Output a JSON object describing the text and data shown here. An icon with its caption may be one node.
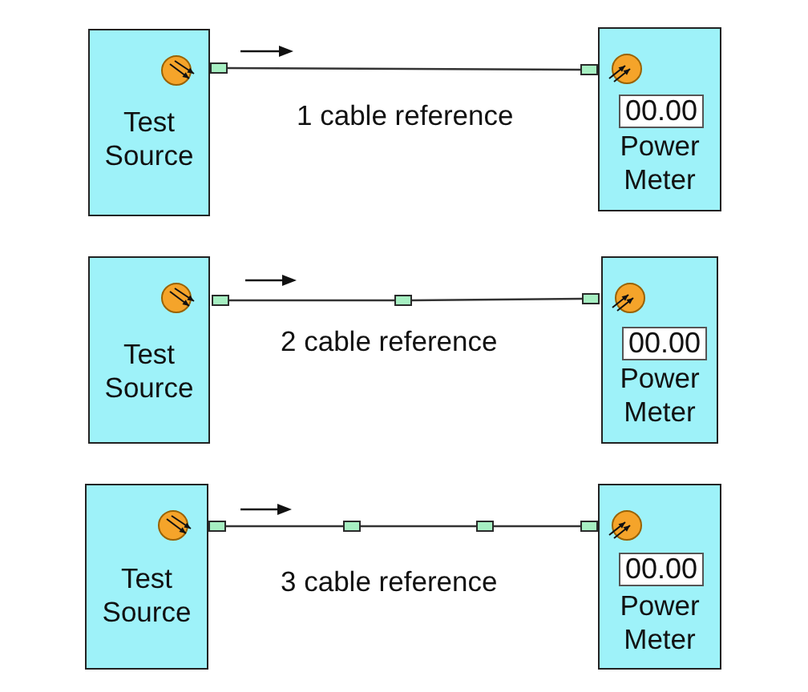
{
  "diagram": {
    "nodes": [
      {
        "text": [
          "Test Source"
        ]
      },
      {
        "text": [],
        "shape": "box"
      },
      {
        "text": [],
        "shape": "box"
      },
      {
        "text": [
          "Power Meter"
        ]
      },
      {
        "text": [
          "00.00"
        ],
        "in": 3
      },
      {
        "text": [
          "Test Source"
        ]
      },
      {
        "text": [],
        "shape": "box"
      },
      {
        "text": [],
        "shape": "box"
      },
      {
        "text": [],
        "shape": "box"
      },
      {
        "text": [
          "Power Meter"
        ]
      },
      {
        "text": [
          "00.00"
        ],
        "in": 9
      },
      {
        "text": [
          "Test Source"
        ]
      },
      {
        "text": [],
        "shape": "box"
      },
      {
        "text": [],
        "shape": "box"
      },
      {
        "text": [],
        "shape": "box"
      },
      {
        "text": [],
        "shape": "box"
      },
      {
        "text": [
          "Power Meter"
        ]
      },
      {
        "text": [
          "00.00"
        ],
        "in": 16
      }
    ],
    "edges": [
      {
        "from": 1,
        "to": 2,
        "arrow": "none"
      },
      {
        "from": 6,
        "to": 7,
        "arrow": "none"
      },
      {
        "from": 7,
        "to": 8,
        "arrow": "none"
      },
      {
        "from": 12,
        "to": 13,
        "arrow": "none"
      },
      {
        "from": 13,
        "to": 14,
        "arrow": "none"
      },
      {
        "from": 14,
        "to": 15,
        "arrow": "none"
      }
    ],
    "labels": [
      "1 cable reference",
      "2 cable reference",
      "3 cable reference"
    ]
  }
}
